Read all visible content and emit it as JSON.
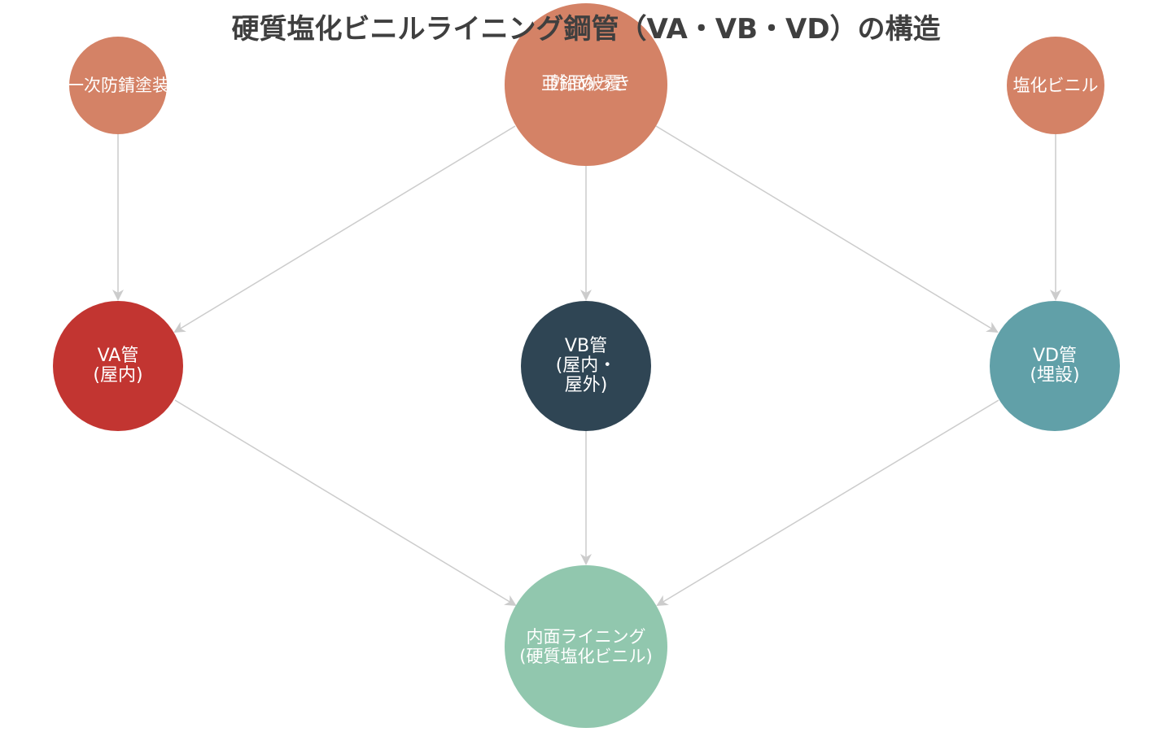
{
  "title": "硬質塩化ビニルライニング鋼管（VA・VB・VD）の構造",
  "colors": {
    "edge": "#cccccc",
    "coral": "#d48266",
    "red": "#c23531",
    "navy": "#2f4554",
    "teal": "#61a0a8",
    "mint": "#91c7ae",
    "title": "#3f3f3f"
  },
  "nodes": {
    "primer": {
      "label": "一次防錆塗装"
    },
    "galvanized": {
      "label": "亜鉛めっき"
    },
    "coating": {
      "label": "外面被覆"
    },
    "pvc": {
      "label": "塩化ビニル"
    },
    "va": {
      "label": "VA管\n(屋内)"
    },
    "vb": {
      "label": "VB管\n(屋内・\n屋外)"
    },
    "vd": {
      "label": "VD管\n(埋設)"
    },
    "lining": {
      "label": "内面ライニング\n(硬質塩化ビニル)"
    }
  }
}
